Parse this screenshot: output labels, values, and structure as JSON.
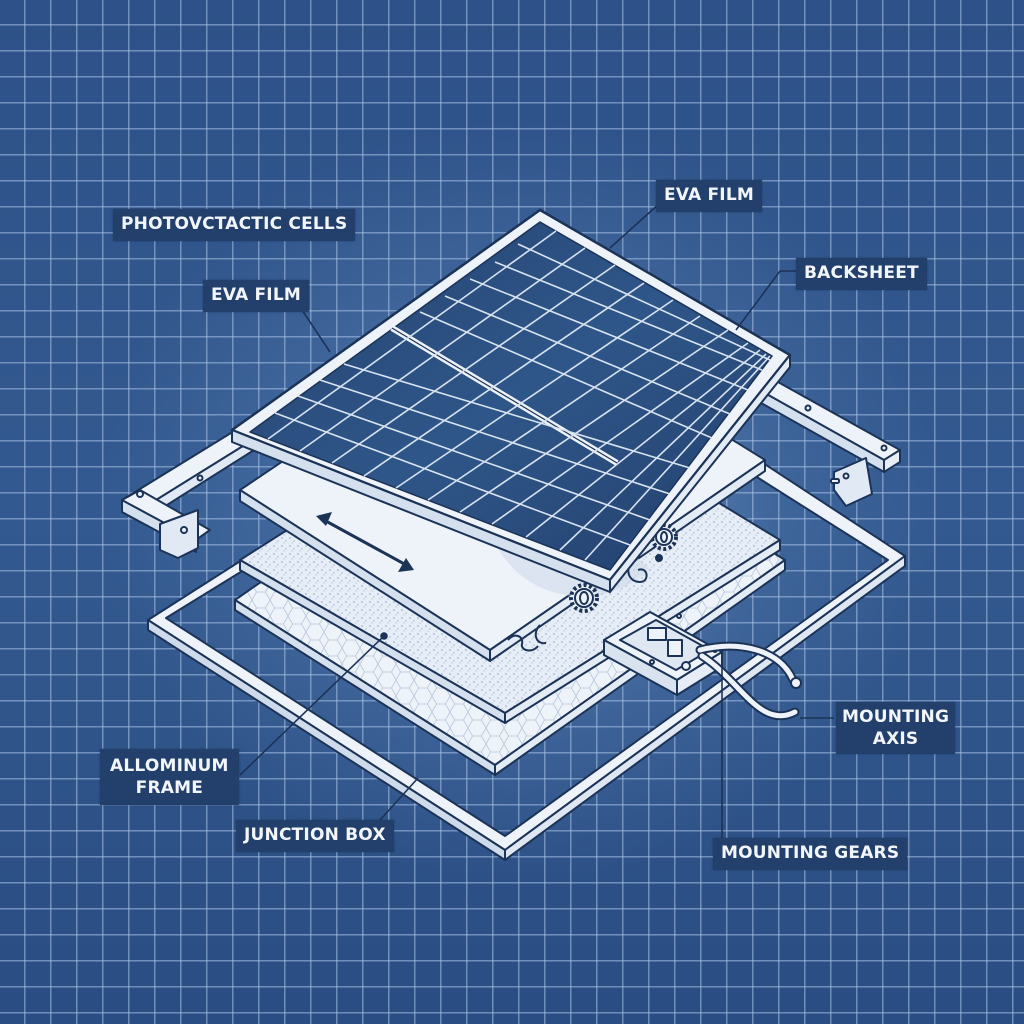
{
  "diagram": {
    "subject": "Exploded isometric view of a solar panel",
    "style": "blueprint",
    "colors": {
      "background": "#2b4f84",
      "grid_line": "#aac3e6",
      "label_bg": "#22406b",
      "label_text": "#f2f6fb",
      "cell_fill": "#2a4a7a",
      "line_art": "#1c3358",
      "component_fill": "#eef3f9"
    },
    "labels": [
      {
        "id": "photovoltaic-cells",
        "text": "PHOTOVCTACTIC CELLS"
      },
      {
        "id": "eva-film-left",
        "text": "EVA FILM"
      },
      {
        "id": "eva-film-top",
        "text": "EVA FILM"
      },
      {
        "id": "backsheet",
        "text": "BACKSHEET"
      },
      {
        "id": "aluminum-frame",
        "line1": "ALLOMINUM",
        "line2": "FRAME"
      },
      {
        "id": "junction-box",
        "text": "JUNCTION BOX"
      },
      {
        "id": "mounting-axis",
        "line1": "MOUNTING",
        "line2": "AXIS"
      },
      {
        "id": "mounting-gears",
        "text": "MOUNTING GEARS"
      }
    ],
    "components": [
      "solar cell panel (2 modules, 6x10 cell grid)",
      "glass / EVA film layer with double-headed arrow",
      "speckled EVA film layer",
      "white backsheet with hexagon pattern",
      "outer aluminium frame",
      "L-shaped mounting brackets (left and right)",
      "mounting gears",
      "junction box with cables"
    ]
  }
}
